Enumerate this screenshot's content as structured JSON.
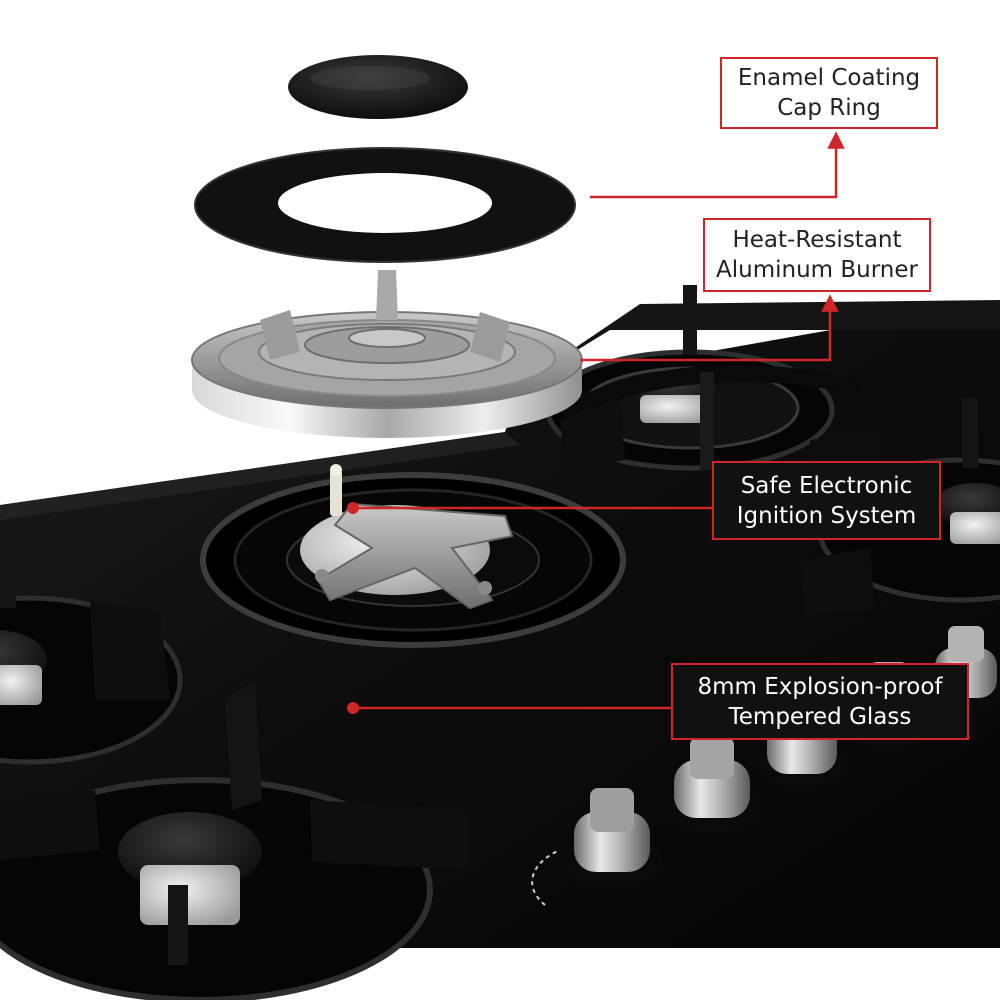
{
  "image": {
    "subject": "gas-cooktop-exploded-burner",
    "accent_color": "#d0262a",
    "glass_color": "#0c0c0c",
    "callouts": [
      {
        "lines": [
          "Enamel Coating",
          "Cap Ring"
        ],
        "style": "light"
      },
      {
        "lines": [
          "Heat-Resistant",
          "Aluminum Burner"
        ],
        "style": "light"
      },
      {
        "lines": [
          "Safe Electronic",
          "Ignition System"
        ],
        "style": "dark"
      },
      {
        "lines": [
          "8mm Explosion-proof",
          "Tempered Glass"
        ],
        "style": "dark"
      }
    ]
  }
}
